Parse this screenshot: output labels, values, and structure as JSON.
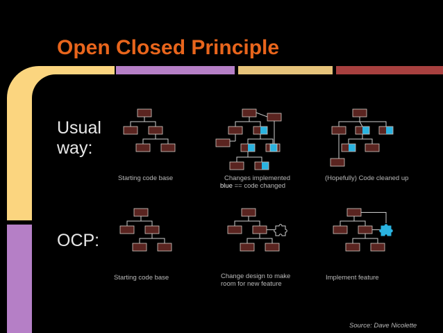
{
  "title": "Open Closed Principle",
  "colors": {
    "title": "#e8651c",
    "box": "#5a2420",
    "box_border": "#d8cfc9",
    "changed": "#2ab3e0",
    "line": "#cfcfcf",
    "accent_purple": "#b57fc6",
    "accent_tan": "#e6c37a",
    "accent_red": "#a8403f"
  },
  "rows": {
    "usual": {
      "label_line1": "Usual",
      "label_line2": "way:",
      "captions": {
        "starting": "Starting code base",
        "changes_line1": "Changes implemented",
        "changes_blue": "blue",
        "changes_rest": " == code changed",
        "cleaned": "(Hopefully) Code cleaned up"
      }
    },
    "ocp": {
      "label": "OCP:",
      "captions": {
        "starting": "Starting code base",
        "design_line1": "Change design to make",
        "design_line2": "room for new feature",
        "implement": "Implement feature"
      }
    }
  },
  "source": "Source: Dave Nicolette",
  "icons": [
    "puzzle-piece-icon-outline",
    "puzzle-piece-icon-filled"
  ]
}
